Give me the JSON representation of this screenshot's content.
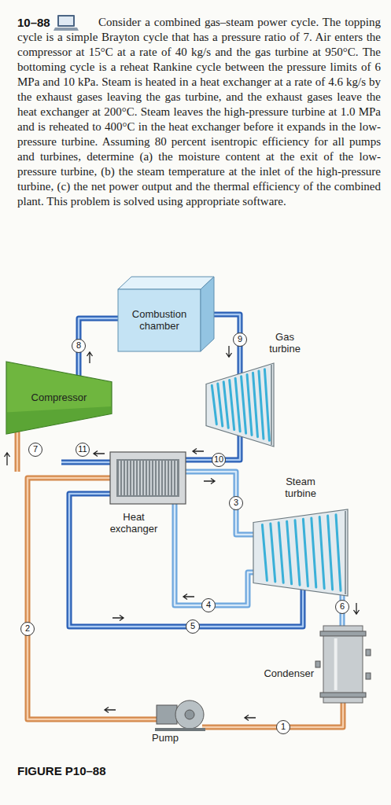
{
  "diagram": {
    "caption": "FIGURE P10–88",
    "nodes": [
      {
        "text": [
          "Combustion chamber"
        ]
      },
      {
        "text": [
          "Gas turbine"
        ]
      },
      {
        "text": [
          "Compressor"
        ]
      },
      {
        "text": [
          "Steam turbine"
        ]
      },
      {
        "text": [
          "Heat exchanger"
        ]
      },
      {
        "text": [
          "Condenser"
        ]
      },
      {
        "text": [
          "Pump"
        ]
      }
    ],
    "edges": [
      {
        "from": 2,
        "to": 0,
        "label": "8",
        "arrow": "to"
      },
      {
        "from": 0,
        "to": 1,
        "label": "9",
        "arrow": "to"
      },
      {
        "from": 1,
        "to": 4,
        "label": "10",
        "arrow": "to"
      },
      {
        "from": 4,
        "to": 3,
        "label": "3",
        "arrow": "to"
      },
      {
        "from": 3,
        "to": 4,
        "label": "4",
        "arrow": "to"
      },
      {
        "from": 4,
        "to": 3,
        "label": "5",
        "arrow": "to"
      },
      {
        "from": 3,
        "to": 5,
        "label": "6",
        "arrow": "to"
      },
      {
        "from": 5,
        "to": 6,
        "label": "1",
        "arrow": "to"
      },
      {
        "from": 6,
        "to": 4,
        "label": "2",
        "arrow": "to"
      }
    ],
    "labels": [
      "10–88",
      "Consider a combined gas–steam power cycle. The topping cycle is a simple Brayton cycle that has a pressure ratio of 7. Air enters the compressor at 15°C at a rate of 40 kg/s and the gas turbine at 950°C. The bottoming cycle is a reheat Rankine cycle between the pressure limits of 6 MPa and 10 kPa. Steam is heated in a heat exchanger at a rate of 4.6 kg/s by the exhaust gases leaving the gas turbine, and the exhaust gases leave the heat exchanger at 200°C. Steam leaves the high-pressure turbine at 1.0 MPa and is reheated to 400°C in the heat exchanger before it expands in the low-pressure turbine. Assuming 80 percent isentropic efficiency for all pumps and turbines, determine (a) the moisture content at the exit of the low-pressure turbine, (b) the steam temperature at the inlet of the high-pressure turbine, (c) the net power output and the thermal efficiency of the combined plant. This problem is solved using appropriate software.",
      "7",
      "11"
    ]
  }
}
